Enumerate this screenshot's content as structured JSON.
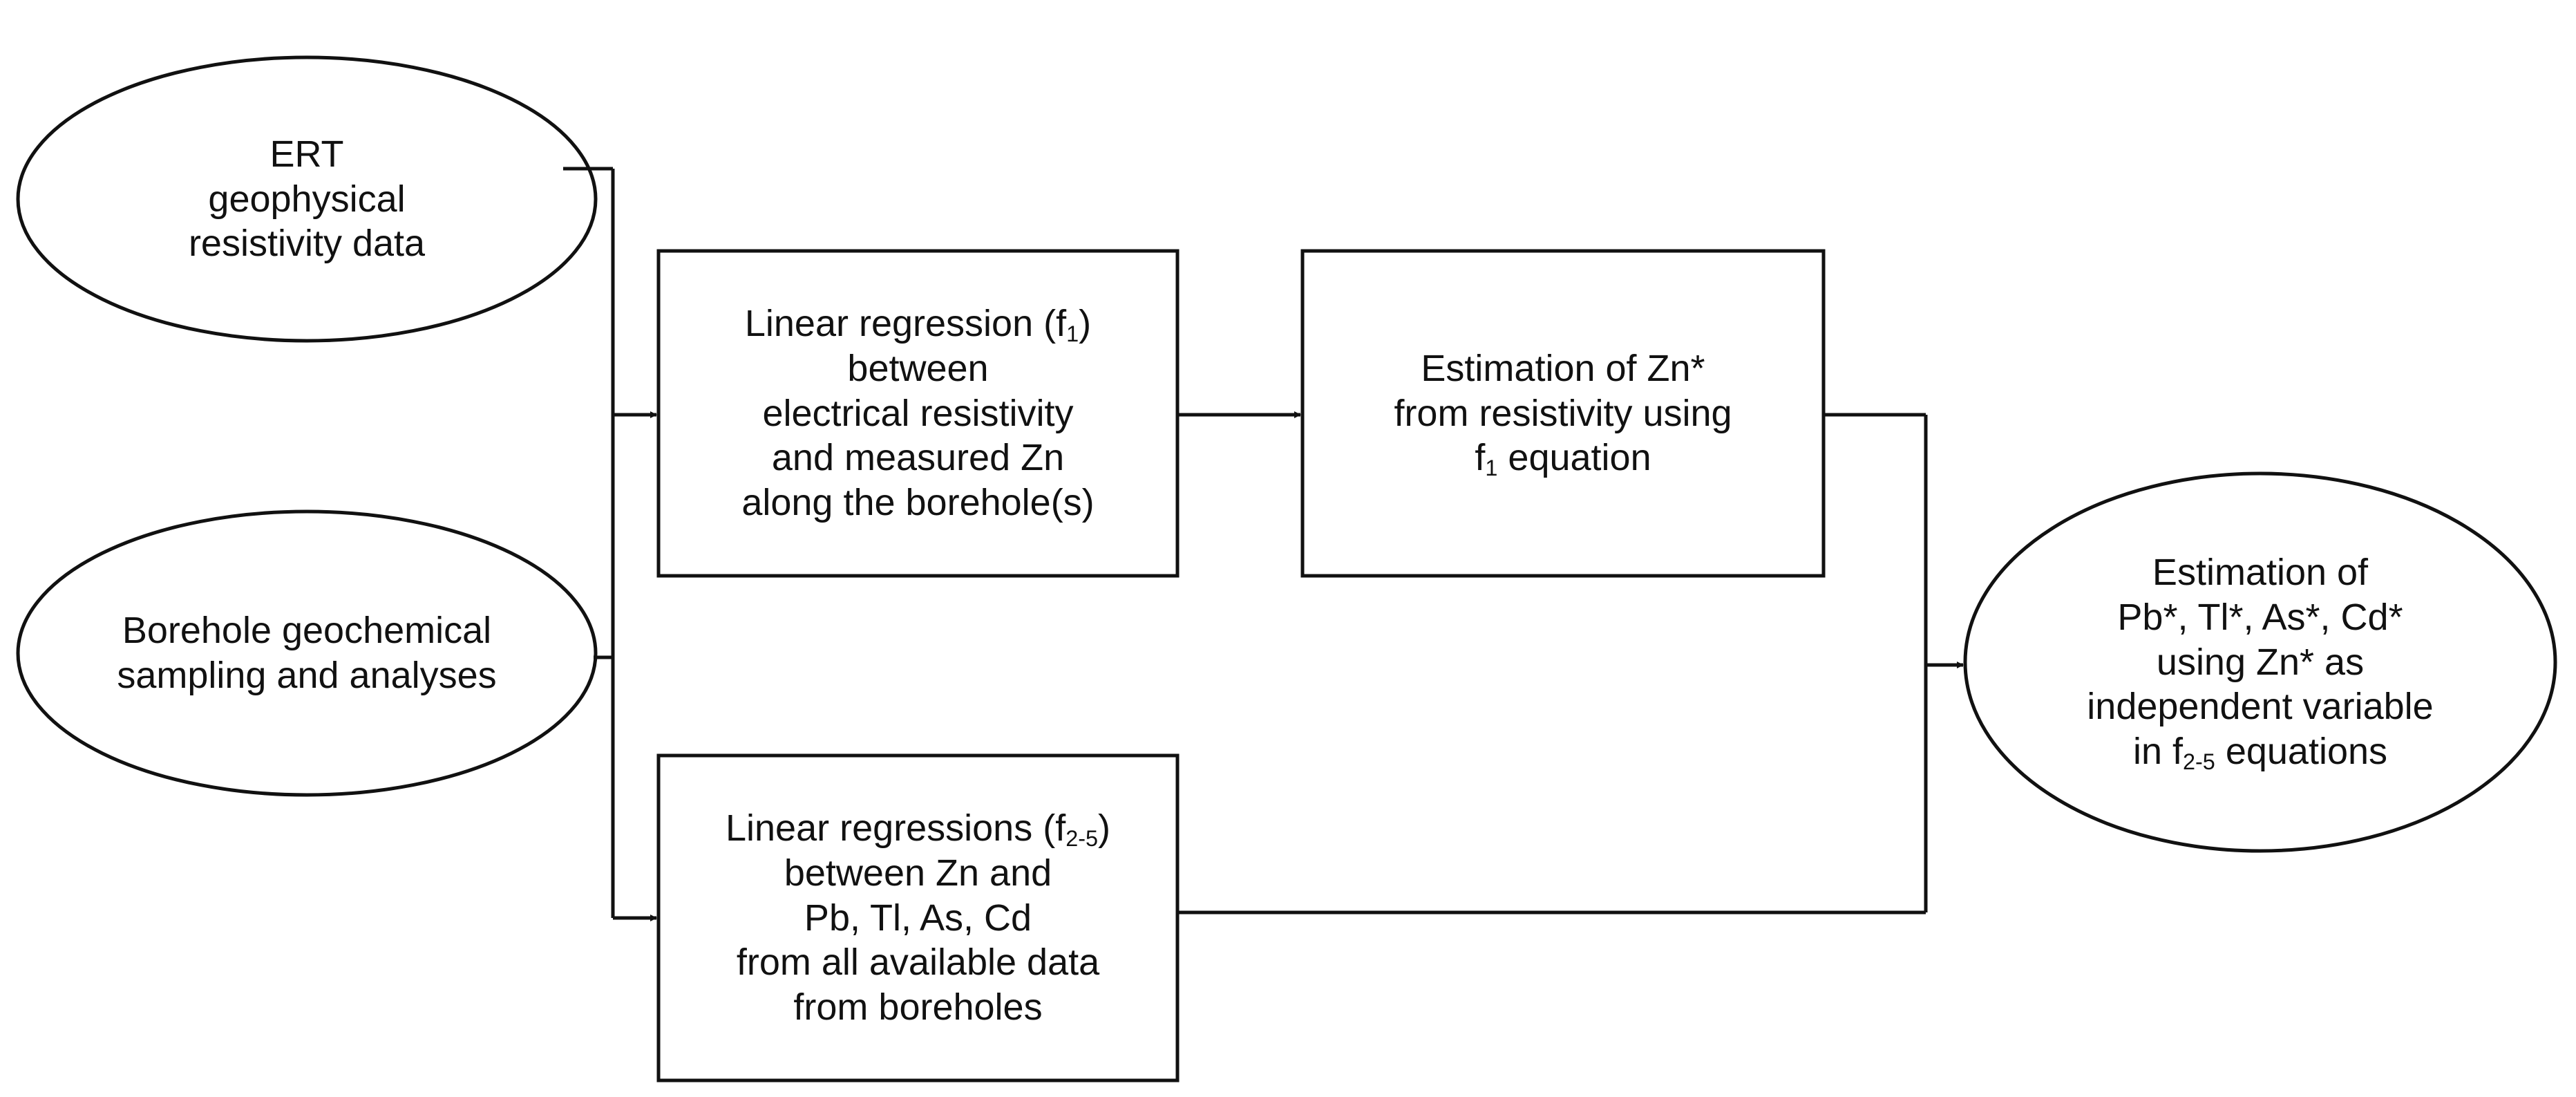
{
  "nodes": {
    "ert": {
      "shape": "ellipse",
      "lines": [
        "ERT",
        "geophysical",
        "resistivity data"
      ]
    },
    "borehole": {
      "shape": "ellipse",
      "lines": [
        "Borehole geochemical",
        "sampling and analyses"
      ]
    },
    "linreg1": {
      "shape": "rectangle",
      "line1_text": "Linear regression (f",
      "line1_sub": "1",
      "line1_tail": ")",
      "lines": [
        "between",
        "electrical resistivity",
        "and measured Zn",
        "along the borehole(s)"
      ]
    },
    "estimation_zn": {
      "shape": "rectangle",
      "lines": [
        "Estimation of Zn*",
        "from resistivity using"
      ],
      "line3_text": "f",
      "line3_sub": "1",
      "line3_tail": " equation"
    },
    "linreg2": {
      "shape": "rectangle",
      "line1_text": "Linear regressions (f",
      "line1_sub": "2-5",
      "line1_tail": ")",
      "lines": [
        "between Zn and",
        "Pb, Tl, As, Cd",
        "from all available data",
        "from boreholes"
      ]
    },
    "estimation_metals": {
      "shape": "ellipse",
      "lines": [
        "Estimation of",
        "Pb*, Tl*, As*, Cd*",
        "using Zn* as",
        "independent variable"
      ],
      "line5_text": "in f",
      "line5_sub": "2-5",
      "line5_tail": " equations"
    }
  },
  "colors": {
    "stroke": "#111111",
    "fill": "#ffffff",
    "text": "#111111"
  }
}
